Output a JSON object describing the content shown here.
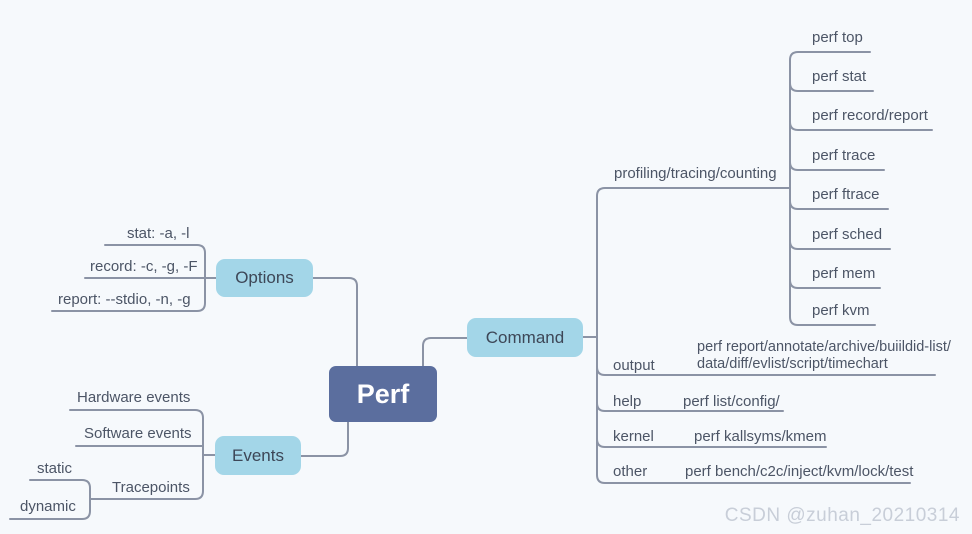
{
  "colors": {
    "background": "#f6f9fc",
    "line": "#8b93a5",
    "node_fill": "#a3d6e8",
    "root_fill": "#5b6e9e",
    "text": "#4c5566",
    "watermark": "#c8ced8"
  },
  "root": {
    "label": "Perf"
  },
  "options": {
    "label": "Options",
    "children": [
      "stat: -a, -l",
      "record: -c, -g, -F",
      "report: --stdio, -n, -g"
    ]
  },
  "events": {
    "label": "Events",
    "children": [
      "Hardware events",
      "Software events",
      "Tracepoints"
    ],
    "tracepoint_children": [
      "static",
      "dynamic"
    ]
  },
  "command": {
    "label": "Command",
    "profiling": {
      "label": "profiling/tracing/counting",
      "children": [
        "perf top",
        "perf stat",
        "perf record/report",
        "perf trace",
        "perf ftrace",
        "perf sched",
        "perf mem",
        "perf kvm"
      ]
    },
    "rows": [
      {
        "key": "output",
        "value_line1": "perf report/annotate/archive/buiildid-list/",
        "value_line2": "data/diff/evlist/script/timechart"
      },
      {
        "key": "help",
        "value": "perf list/config/"
      },
      {
        "key": "kernel",
        "value": "perf kallsyms/kmem"
      },
      {
        "key": "other",
        "value": "perf bench/c2c/inject/kvm/lock/test"
      }
    ]
  },
  "watermark": "CSDN @zuhan_20210314"
}
